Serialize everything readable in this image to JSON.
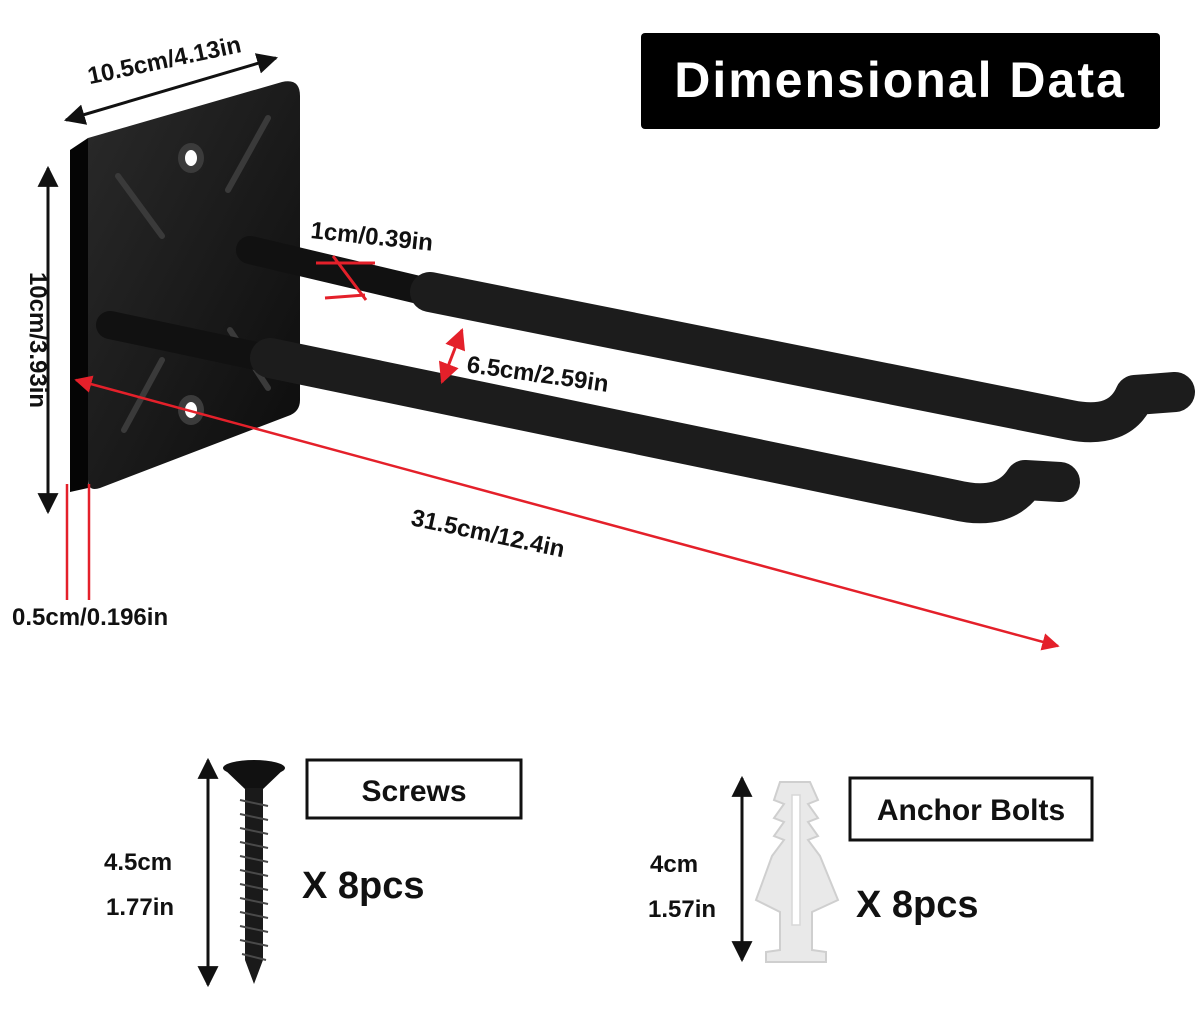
{
  "title": "Dimensional Data",
  "colors": {
    "hook": "#141414",
    "foam": "#1c1c1c",
    "dimension_red": "#e4202a",
    "dimension_black": "#111111",
    "anchor": "#e9e9e9"
  },
  "hook": {
    "plate_width": "10.5cm/4.13in",
    "plate_height": "10cm/3.93in",
    "rod_diameter": "1cm/0.39in",
    "rod_spacing": "6.5cm/2.59in",
    "total_length": "31.5cm/12.4in",
    "plate_thickness": "0.5cm/0.196in"
  },
  "screws": {
    "label": "Screws",
    "length_cm": "4.5cm",
    "length_in": "1.77in",
    "quantity": "X 8pcs"
  },
  "anchors": {
    "label": "Anchor Bolts",
    "length_cm": "4cm",
    "length_in": "1.57in",
    "quantity": "X 8pcs"
  }
}
